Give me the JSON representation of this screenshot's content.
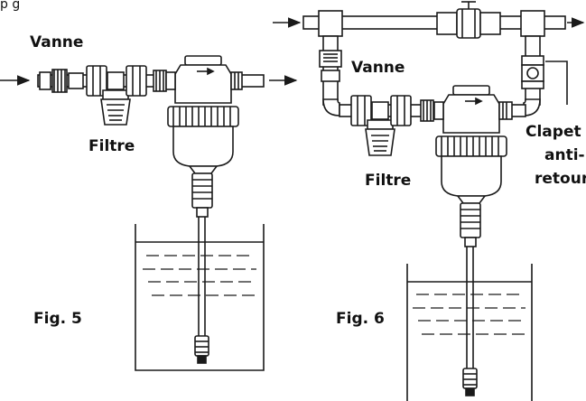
{
  "top_text": "p           g",
  "fig5": {
    "label": "Fig. 5",
    "valve_label": "Vanne",
    "filter_label": "Filtre"
  },
  "fig6": {
    "label": "Fig. 6",
    "valve_label": "Vanne",
    "filter_label": "Filtre",
    "check_valve_label_line1": "Clapet",
    "check_valve_label_line2": "anti-",
    "check_valve_label_line3": "retour"
  },
  "colors": {
    "line": "#1a1a1a",
    "water_dash": "#333333",
    "fill": "#ffffff"
  }
}
